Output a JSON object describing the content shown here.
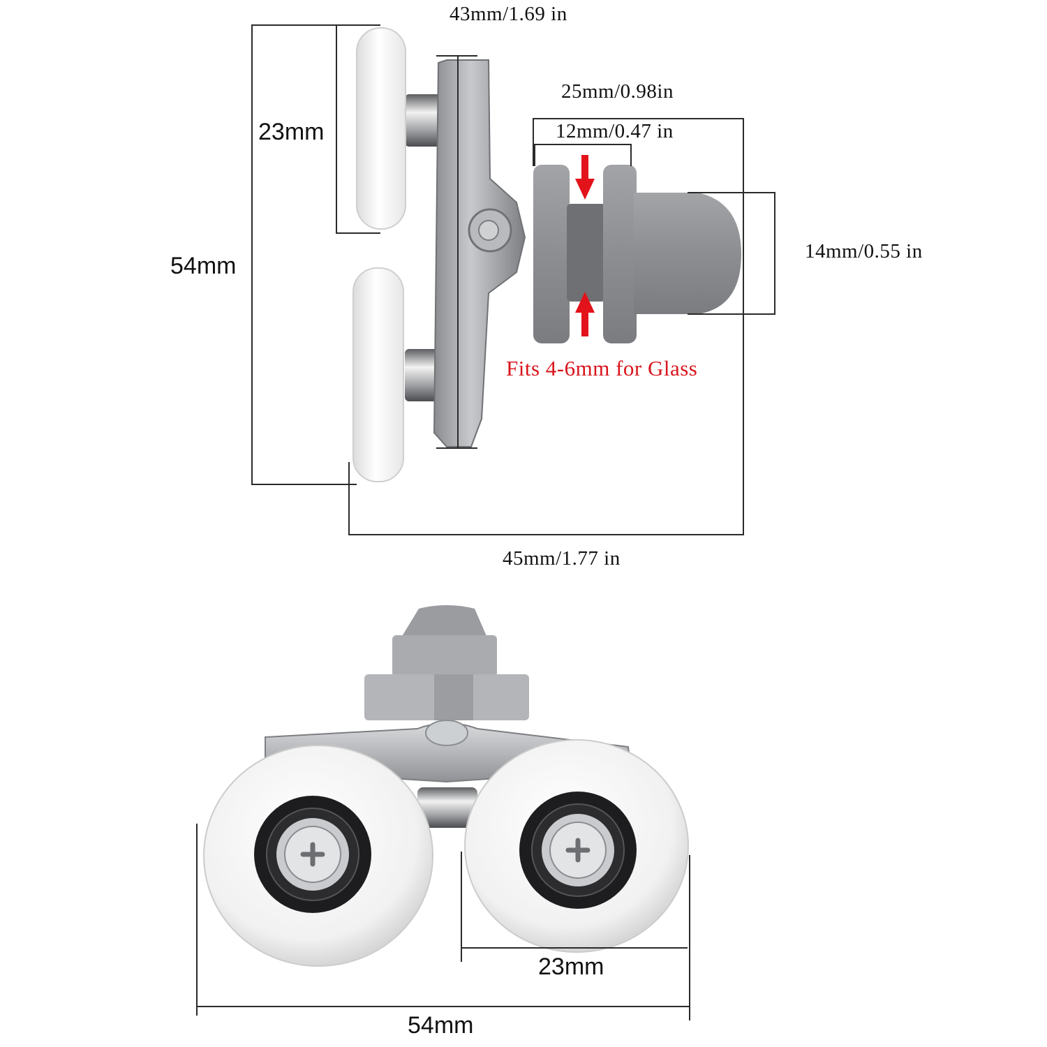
{
  "top_view": {
    "dim_top_width": "43mm/1.69 in",
    "dim_wheel_diameter": "23mm",
    "dim_total_height": "54mm",
    "dim_outer_depth": "25mm/0.98in",
    "dim_glass_gap": "12mm/0.47 in",
    "dim_cap_diameter": "14mm/0.55 in",
    "glass_note": "Fits 4-6mm for Glass",
    "dim_total_depth": "45mm/1.77 in"
  },
  "front_view": {
    "dim_wheel_diameter": "23mm",
    "dim_total_width": "54mm"
  },
  "colors": {
    "wheel": "#f4f4f4",
    "plastic_grey": "#8e9093",
    "metal_plate": "#a7a9ac",
    "arrow_red": "#e3131b",
    "dimension_line": "#2a2a2a"
  }
}
